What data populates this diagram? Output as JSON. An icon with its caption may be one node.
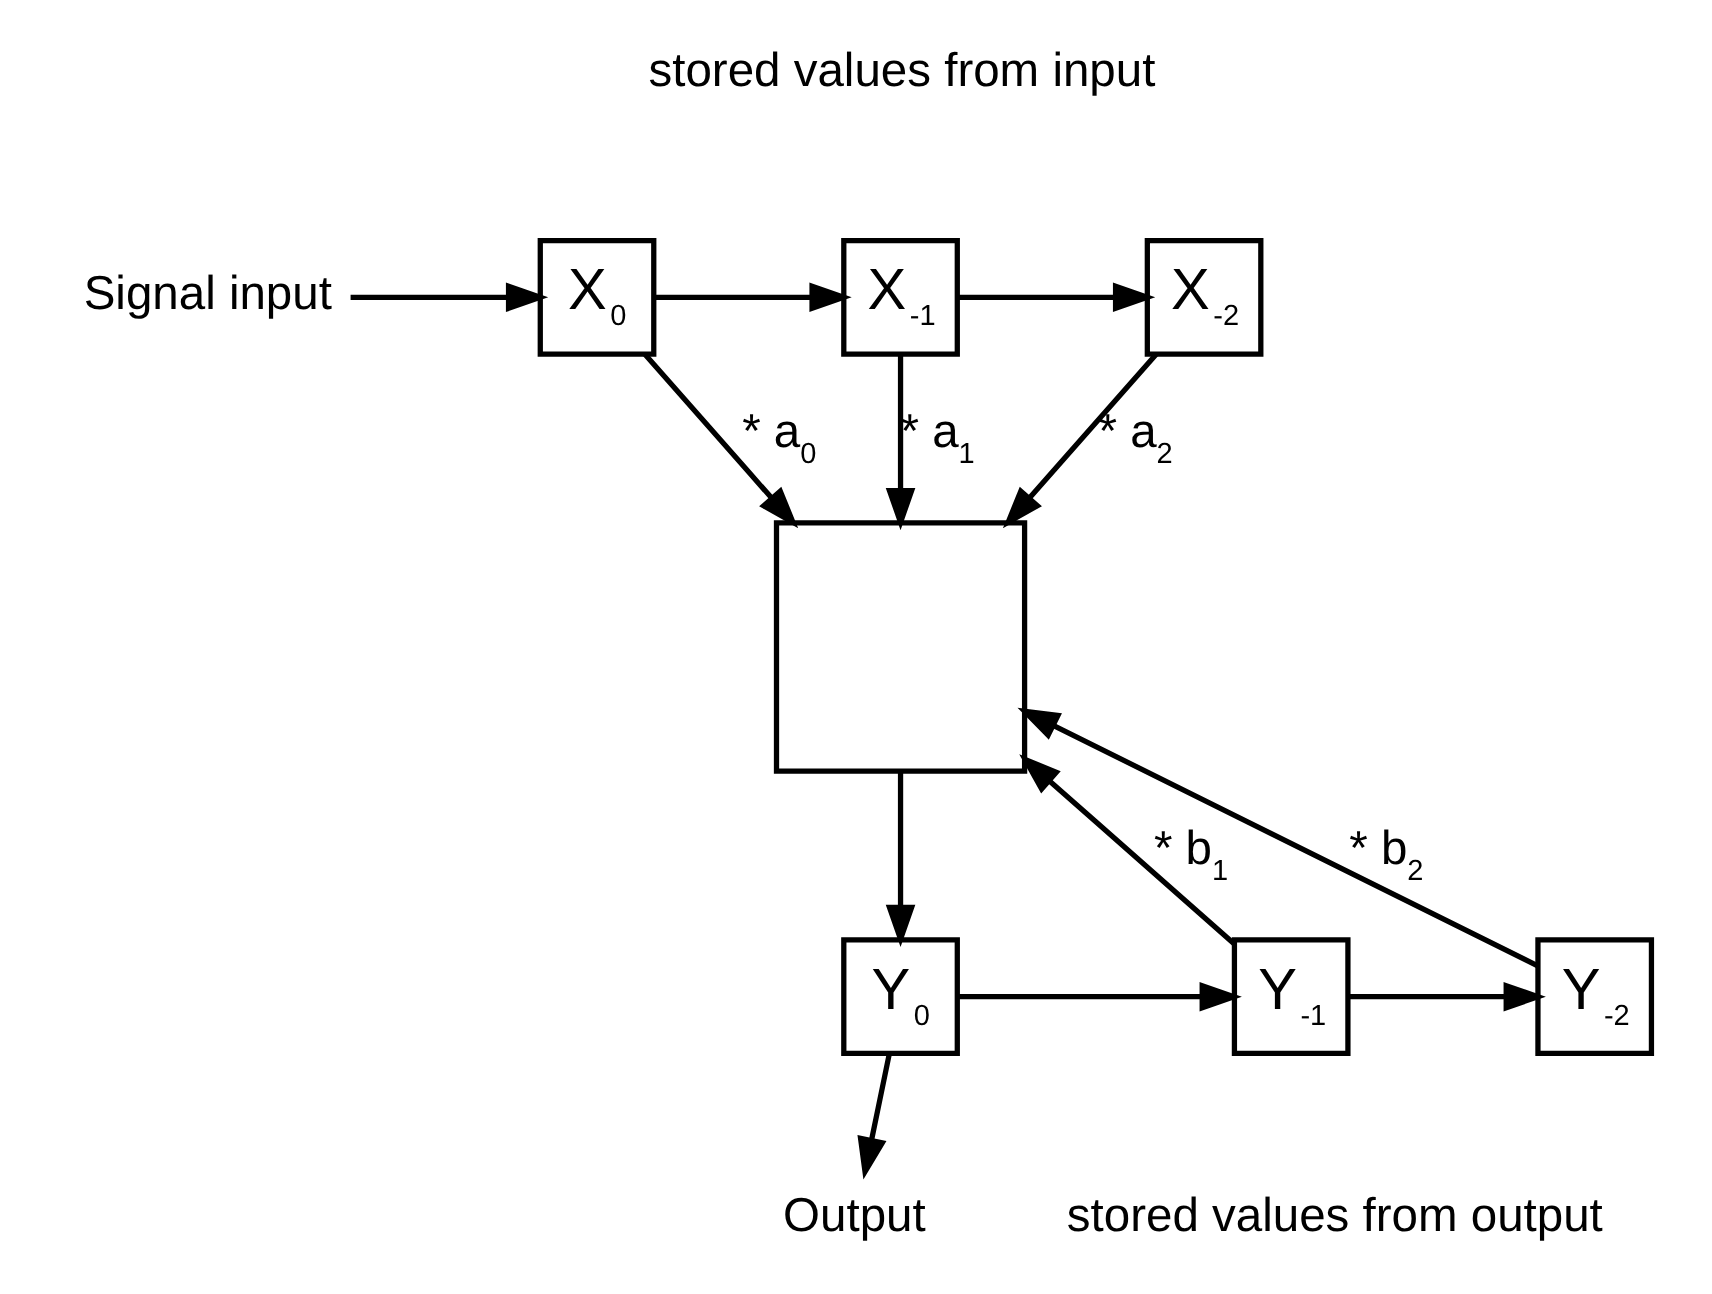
{
  "diagram": {
    "nodes": [
      {
        "text": [
          "Signal input"
        ]
      },
      {
        "text": [
          "X$_{0}$"
        ]
      },
      {
        "text": [
          "X$_{-1}$"
        ]
      },
      {
        "text": [
          "X$_{-2}$"
        ]
      },
      {
        "text": [],
        "shape": "box"
      },
      {
        "text": [
          "Y$_{0}$"
        ]
      },
      {
        "text": [
          "Y$_{-1}$"
        ]
      },
      {
        "text": [
          "Y$_{-2}$"
        ]
      },
      {
        "text": [
          "Output"
        ]
      }
    ],
    "edges": [
      {
        "from": 0,
        "to": 1,
        "arrow": "to"
      },
      {
        "from": 1,
        "to": 2,
        "arrow": "to"
      },
      {
        "from": 2,
        "to": 3,
        "arrow": "to"
      },
      {
        "from": 1,
        "to": 4,
        "arrow": "to",
        "label": "* a$_{0}$"
      },
      {
        "from": 2,
        "to": 4,
        "arrow": "to",
        "label": "* a$_{1}$"
      },
      {
        "from": 3,
        "to": 4,
        "arrow": "to",
        "label": "* a$_{2}$"
      },
      {
        "from": 4,
        "to": 5,
        "arrow": "to"
      },
      {
        "from": 5,
        "to": 6,
        "arrow": "to"
      },
      {
        "from": 6,
        "to": 7,
        "arrow": "to"
      },
      {
        "from": 6,
        "to": 4,
        "arrow": "to",
        "label": "* b$_{1}$"
      },
      {
        "from": 7,
        "to": 4,
        "arrow": "to",
        "label": "* b$_{2}$"
      },
      {
        "from": 5,
        "to": 8,
        "arrow": "to"
      }
    ],
    "labels": [
      "stored values from input",
      "stored values from output"
    ]
  }
}
